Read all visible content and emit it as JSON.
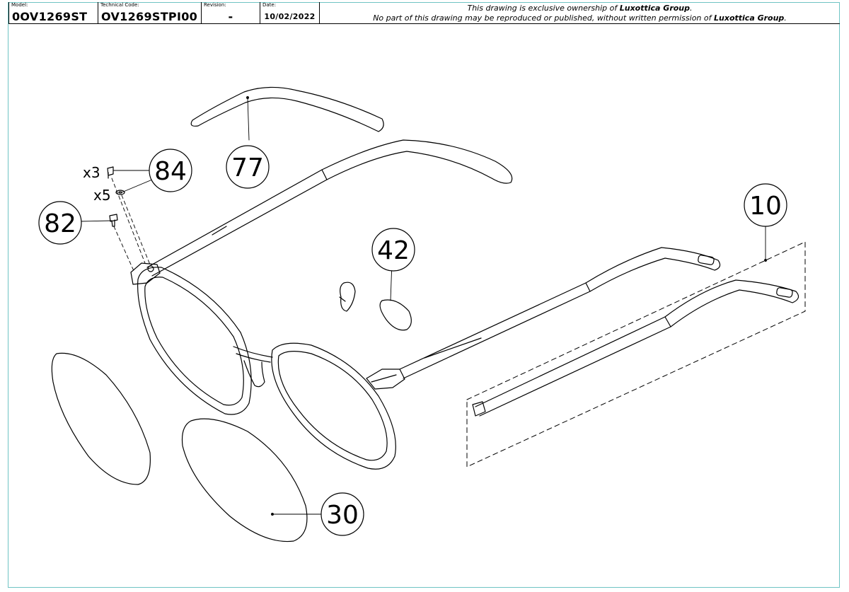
{
  "title_block": {
    "model_label": "Model:",
    "model_value": "0OV1269ST",
    "technical_code_label": "Technical Code:",
    "technical_code_value": "OV1269STPI00",
    "revision_label": "Revision:",
    "revision_value": "-",
    "date_label": "Date:",
    "date_value": "10/02/2022",
    "notice_line1_pre": "This drawing is exclusive ownership of ",
    "notice_line1_brand": "Luxottica Group",
    "notice_line1_post": ".",
    "notice_line2_pre": "No part of this drawing may be reproduced or published, without written permission of ",
    "notice_line2_brand": "Luxottica Group",
    "notice_line2_post": "."
  },
  "callouts": {
    "temple_tip": "77",
    "screws": "84",
    "hinge_screw": "82",
    "nose_pads": "42",
    "temple_assembly": "10",
    "lens": "30"
  },
  "quantities": {
    "screw_qty": "x3",
    "washer_qty": "x5"
  },
  "colors": {
    "frame_border": "#6fc4c4",
    "line": "#000000"
  }
}
